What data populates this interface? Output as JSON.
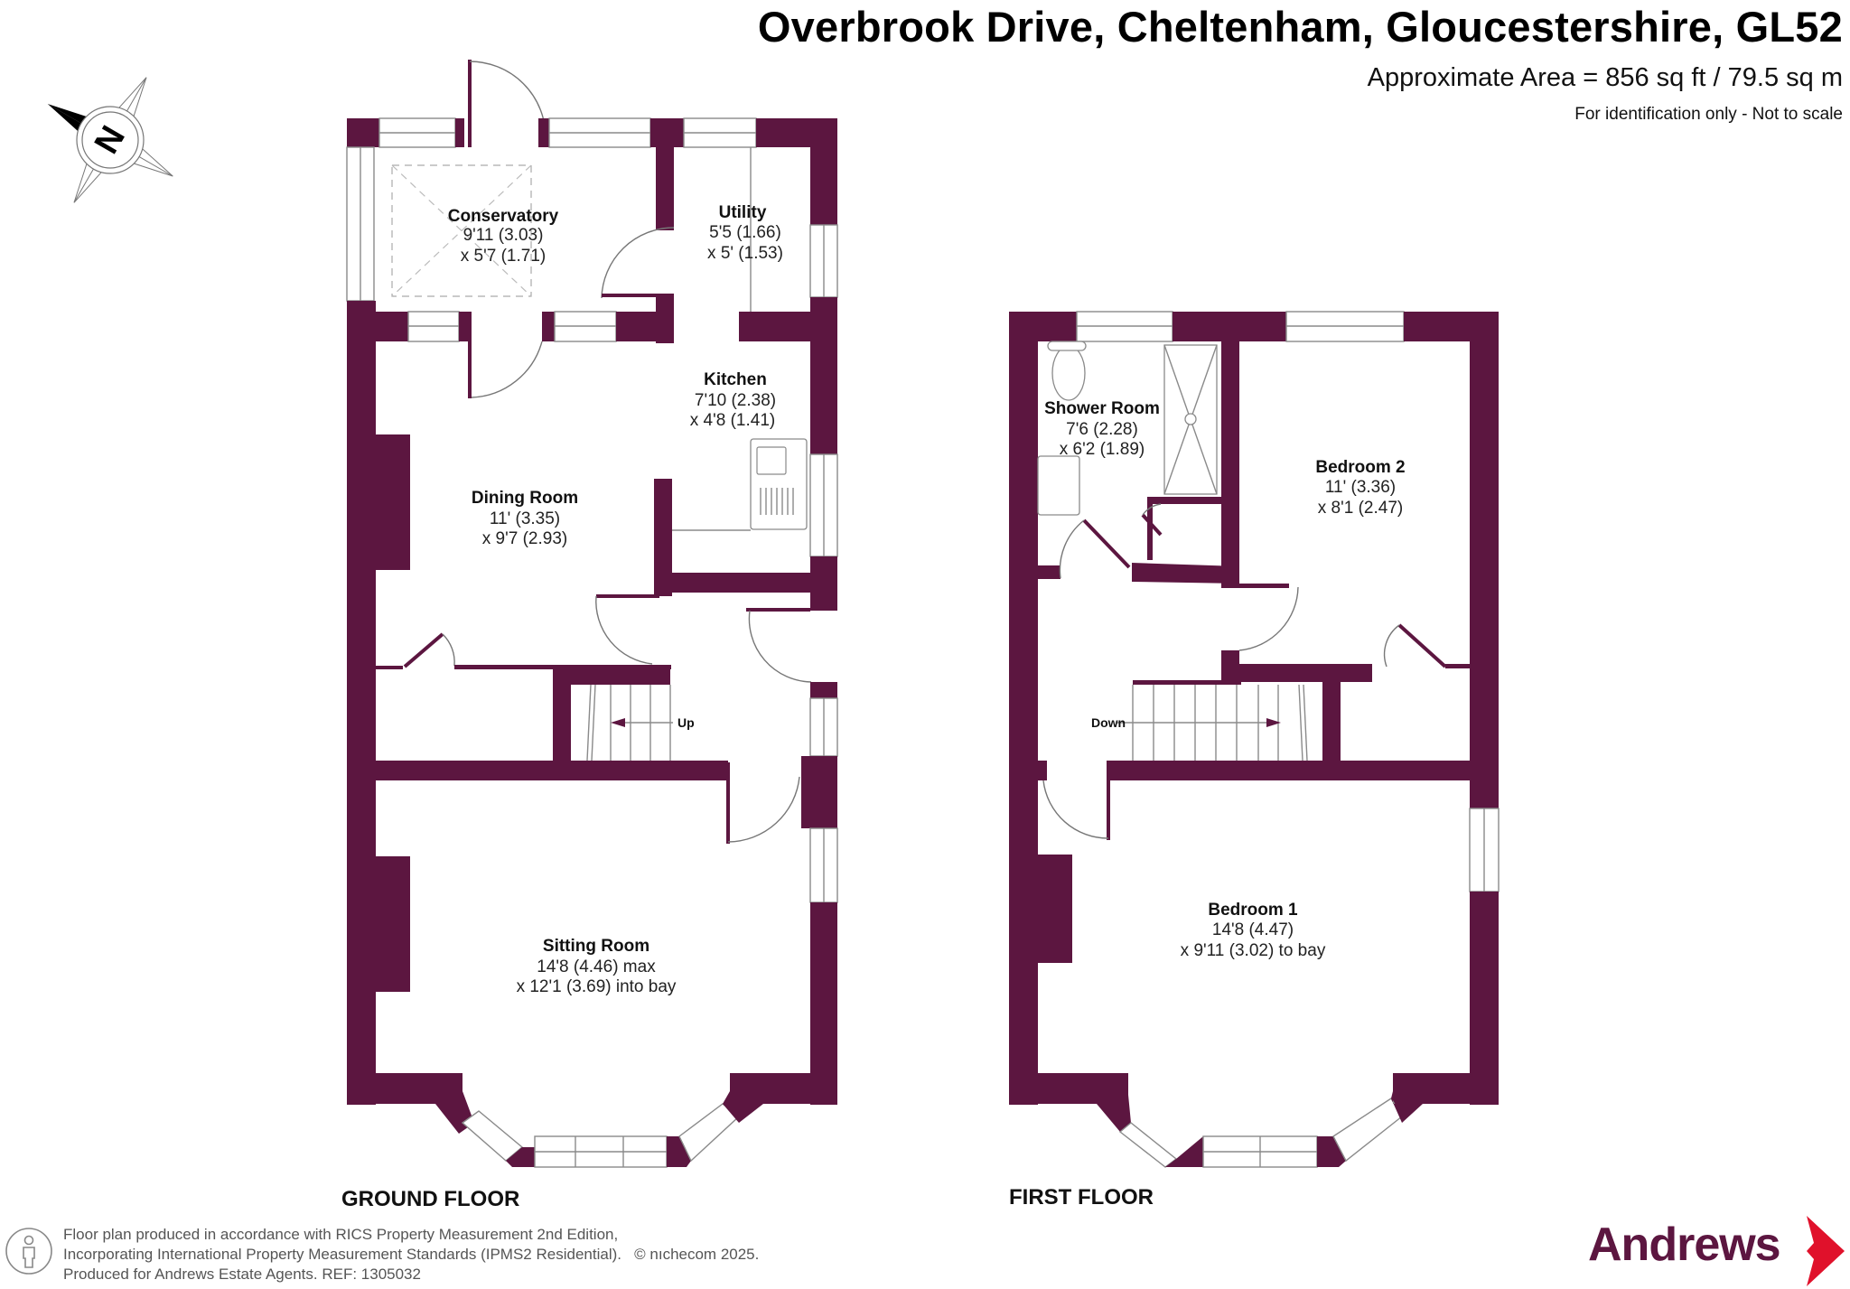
{
  "header": {
    "title": "Overbrook Drive, Cheltenham, Gloucestershire, GL52",
    "area": "Approximate Area = 856 sq ft / 79.5 sq m",
    "scale_note": "For identification only - Not to scale"
  },
  "compass": {
    "icon": "north-compass-icon",
    "letter": "N"
  },
  "ground_floor": {
    "label": "GROUND FLOOR",
    "stairs_label": "Up",
    "rooms": [
      {
        "name": "Conservatory",
        "dim1": "9'11 (3.03)",
        "dim2": "x 5'7 (1.71)"
      },
      {
        "name": "Utility",
        "dim1": "5'5 (1.66)",
        "dim2": "x 5' (1.53)"
      },
      {
        "name": "Kitchen",
        "dim1": "7'10 (2.38)",
        "dim2": "x 4'8 (1.41)"
      },
      {
        "name": "Dining Room",
        "dim1": "11' (3.35)",
        "dim2": "x 9'7 (2.93)"
      },
      {
        "name": "Sitting Room",
        "dim1": "14'8 (4.46) max",
        "dim2": "x 12'1 (3.69) into bay"
      }
    ]
  },
  "first_floor": {
    "label": "FIRST FLOOR",
    "stairs_label": "Down",
    "rooms": [
      {
        "name": "Shower Room",
        "dim1": "7'6 (2.28)",
        "dim2": "x 6'2 (1.89)"
      },
      {
        "name": "Bedroom 2",
        "dim1": "11' (3.36)",
        "dim2": "x 8'1 (2.47)"
      },
      {
        "name": "Bedroom 1",
        "dim1": "14'8 (4.47)",
        "dim2": "x 9'11 (3.02) to bay"
      }
    ]
  },
  "footer": {
    "line1": "Floor plan produced in accordance with RICS Property Measurement 2nd Edition,",
    "line2": "Incorporating International Property Measurement Standards (IPMS2 Residential).   © nıchecom 2025.",
    "line3": "Produced for Andrews Estate Agents.   REF: 1305032",
    "icon": "person-info-icon"
  },
  "brand": {
    "name": "Andrews",
    "color": "#5c1640",
    "accent": "#e0112b"
  },
  "colors": {
    "wall": "#5c1640"
  }
}
